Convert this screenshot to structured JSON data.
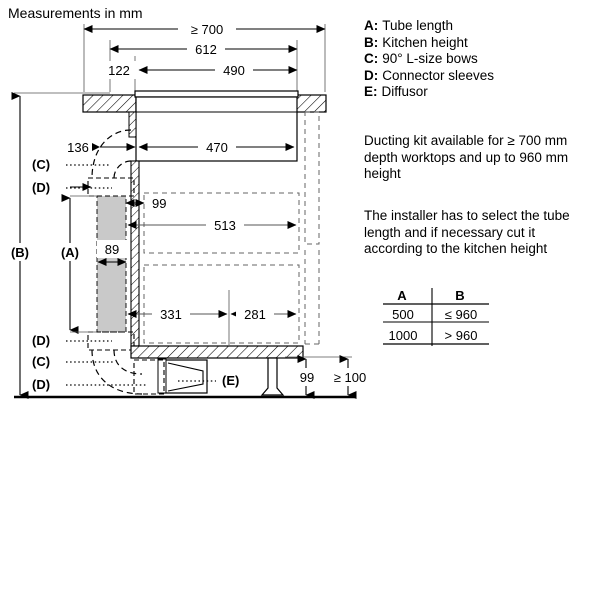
{
  "header": {
    "note": "Measurements in mm"
  },
  "legend": {
    "items": [
      {
        "key": "A:",
        "text": "Tube length"
      },
      {
        "key": "B:",
        "text": "Kitchen height"
      },
      {
        "key": "C:",
        "text": "90° L-size bows"
      },
      {
        "key": "D:",
        "text": "Connector sleeves"
      },
      {
        "key": "E:",
        "text": "Diffusor"
      }
    ]
  },
  "notes": {
    "ducting": "Ducting kit available for ≥ 700 mm depth worktops and up to 960 mm height",
    "installer": "The installer has to select the tube length and if necessary cut it according to the kitchen height"
  },
  "table": {
    "headers": [
      "A",
      "B"
    ],
    "rows": [
      [
        "500",
        "≤ 960"
      ],
      [
        "1000",
        "> 960"
      ]
    ]
  },
  "dimensions": {
    "top_overall": "≥ 700",
    "top_612": "612",
    "top_122": "122",
    "top_490": "490",
    "d136": "136",
    "d470": "470",
    "d99_upper": "99",
    "d513": "513",
    "d89": "89",
    "d331": "331",
    "d281": "281",
    "d99_lower": "99",
    "d_min100": "≥ 100"
  },
  "callouts": {
    "B": "(B)",
    "A": "(A)",
    "C_upper": "(C)",
    "D_upper": "(D)",
    "D_lower1": "(D)",
    "C_lower": "(C)",
    "D_lower2": "(D)",
    "E": "(E)"
  },
  "colors": {
    "line": "#000000",
    "thin": "#3a3a3a",
    "tube_fill": "#c9c9c9",
    "background": "#ffffff"
  }
}
